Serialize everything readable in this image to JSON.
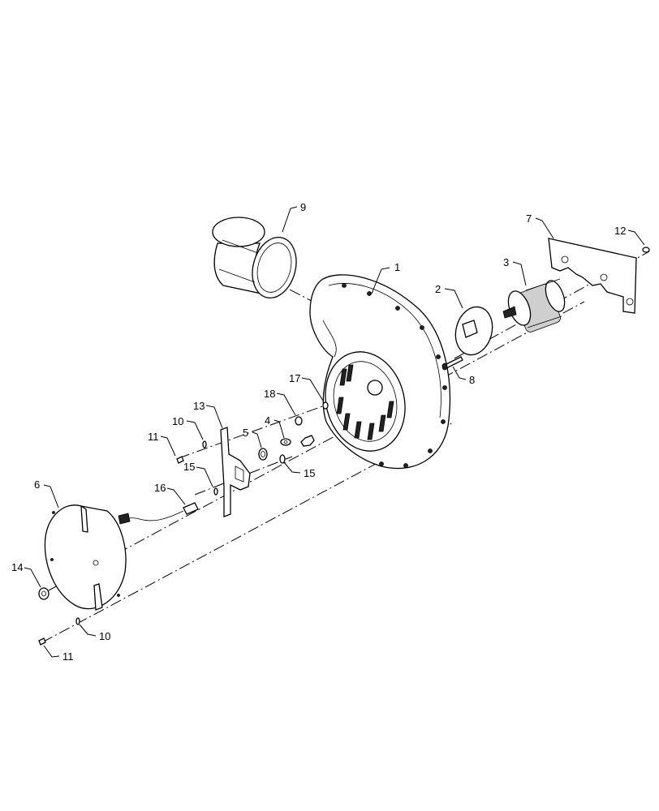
{
  "callouts": {
    "c1": "1",
    "c2": "2",
    "c3": "3",
    "c4": "4",
    "c5": "5",
    "c6": "6",
    "c7": "7",
    "c8": "8",
    "c9": "9",
    "c10a": "10",
    "c10b": "10",
    "c11a": "11",
    "c11b": "11",
    "c12": "12",
    "c13": "13",
    "c14": "14",
    "c15a": "15",
    "c15b": "15",
    "c16": "16",
    "c17": "17",
    "c18": "18"
  }
}
